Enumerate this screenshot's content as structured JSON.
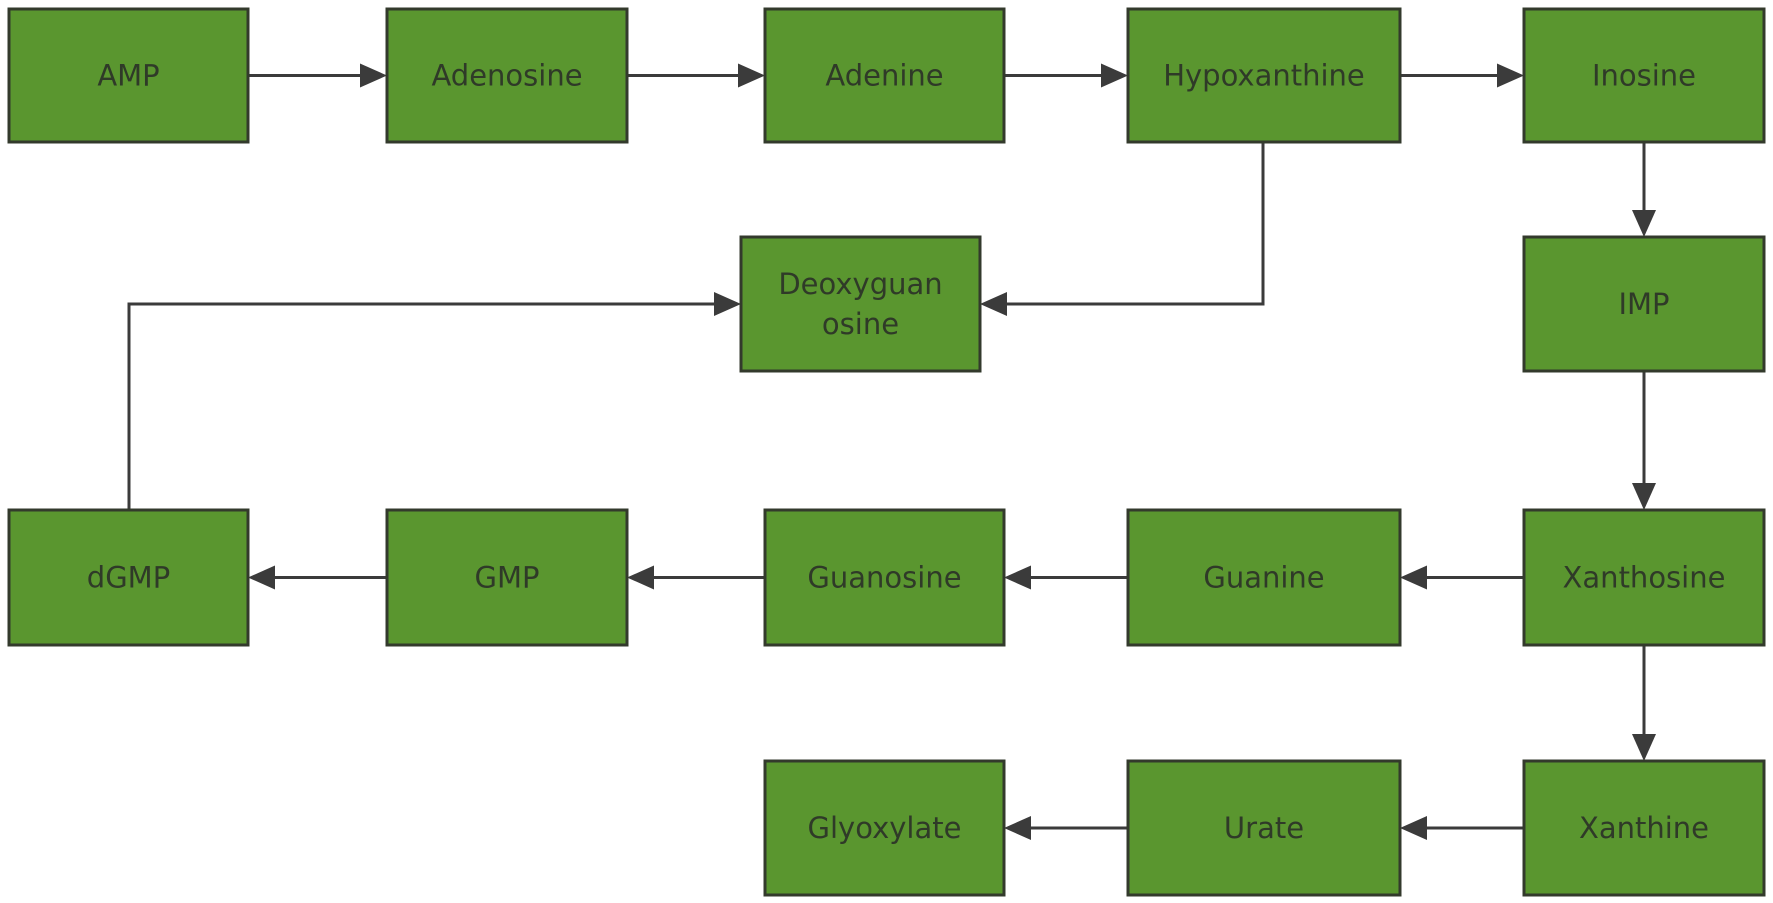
{
  "diagram": {
    "node_fill": "#5a962f",
    "node_border": "#333a2c",
    "edge_color": "#3b3b3b",
    "text_color": "#2f3a28",
    "nodes": [
      {
        "id": "amp",
        "lines": [
          "AMP"
        ]
      },
      {
        "id": "adenosine",
        "lines": [
          "Adenosine"
        ]
      },
      {
        "id": "adenine",
        "lines": [
          "Adenine"
        ]
      },
      {
        "id": "hypoxanthine",
        "lines": [
          "Hypoxanthine"
        ]
      },
      {
        "id": "inosine",
        "lines": [
          "Inosine"
        ]
      },
      {
        "id": "deoxyguanosine",
        "lines": [
          "Deoxyguan",
          "osine"
        ]
      },
      {
        "id": "imp",
        "lines": [
          "IMP"
        ]
      },
      {
        "id": "dgmp",
        "lines": [
          "dGMP"
        ]
      },
      {
        "id": "gmp",
        "lines": [
          "GMP"
        ]
      },
      {
        "id": "guanosine",
        "lines": [
          "Guanosine"
        ]
      },
      {
        "id": "guanine",
        "lines": [
          "Guanine"
        ]
      },
      {
        "id": "xanthosine",
        "lines": [
          "Xanthosine"
        ]
      },
      {
        "id": "glyoxylate",
        "lines": [
          "Glyoxylate"
        ]
      },
      {
        "id": "urate",
        "lines": [
          "Urate"
        ]
      },
      {
        "id": "xanthine",
        "lines": [
          "Xanthine"
        ]
      }
    ],
    "edges": [
      {
        "from": "amp",
        "to": "adenosine"
      },
      {
        "from": "adenosine",
        "to": "adenine"
      },
      {
        "from": "adenine",
        "to": "hypoxanthine"
      },
      {
        "from": "hypoxanthine",
        "to": "inosine"
      },
      {
        "from": "hypoxanthine",
        "to": "deoxyguanosine"
      },
      {
        "from": "inosine",
        "to": "imp"
      },
      {
        "from": "imp",
        "to": "xanthosine"
      },
      {
        "from": "xanthosine",
        "to": "guanine"
      },
      {
        "from": "guanine",
        "to": "guanosine"
      },
      {
        "from": "guanosine",
        "to": "gmp"
      },
      {
        "from": "gmp",
        "to": "dgmp"
      },
      {
        "from": "dgmp",
        "to": "deoxyguanosine"
      },
      {
        "from": "xanthosine",
        "to": "xanthine"
      },
      {
        "from": "xanthine",
        "to": "urate"
      },
      {
        "from": "urate",
        "to": "glyoxylate"
      }
    ]
  }
}
